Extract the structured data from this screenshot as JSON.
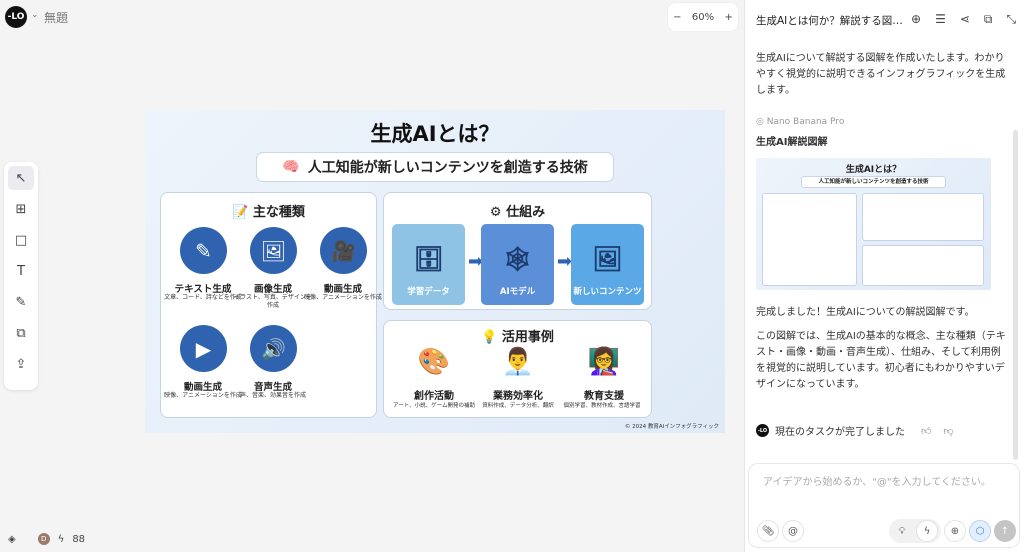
{
  "app": {
    "logo": "-LO",
    "doc_title": "無題",
    "zoom": "60%",
    "zoom_out": "−",
    "zoom_in": "+",
    "credits": "88",
    "user_initial": "D"
  },
  "tools": [
    "select",
    "frame",
    "rectangle",
    "text",
    "pen",
    "image-edit",
    "image-upload"
  ],
  "infographic": {
    "title": "生成AIとは？",
    "subtitle": "人工知能が新しいコンテンツを創造する技術",
    "types": {
      "title": "主な種類",
      "items": [
        {
          "label": "テキスト生成",
          "desc": "文章、コード、詩などを作成",
          "icon": "✎"
        },
        {
          "label": "画像生成",
          "desc": "イラスト、写真、デザインを作成",
          "icon": "🖼"
        },
        {
          "label": "動画生成",
          "desc": "映像、アニメーションを作成",
          "icon": "🎥"
        },
        {
          "label": "動画生成",
          "desc": "映像、アニメーションを作成",
          "icon": "▶"
        },
        {
          "label": "音声生成",
          "desc": "声、音楽、効果音を作成",
          "icon": "🔊"
        }
      ]
    },
    "mechanism": {
      "title": "仕組み",
      "steps": [
        "学習データ",
        "AIモデル",
        "新しいコンテンツ"
      ]
    },
    "usecases": {
      "title": "活用事例",
      "items": [
        {
          "label": "創作活動",
          "desc": "アート、小説、ゲーム開発の補助"
        },
        {
          "label": "業務効率化",
          "desc": "資料作成、データ分析、翻訳"
        },
        {
          "label": "教育支援",
          "desc": "個別学習、教材作成、言語学習"
        }
      ]
    },
    "copyright": "© 2024 教育AIインフォグラフィック"
  },
  "chat": {
    "title": "生成AIとは何か？解説する図…",
    "intro": "生成AIについて解説する図解を作成いたします。わかりやすく視覚的に説明できるインフォグラフィックを生成します。",
    "model": "Nano Banana Pro",
    "result_title": "生成AI解説図解",
    "done": "完成しました！生成AIについての解説図解です。",
    "summary": "この図解では、生成AIの基本的な概念、主な種類（テキスト・画像・動画・音声生成）、仕組み、そして利用例を視覚的に説明しています。初心者にもわかりやすいデザインになっています。",
    "task_status": "現在のタスクが完了しました",
    "input_placeholder": "アイデアから始めるか、\"@\"を入力してください。"
  }
}
